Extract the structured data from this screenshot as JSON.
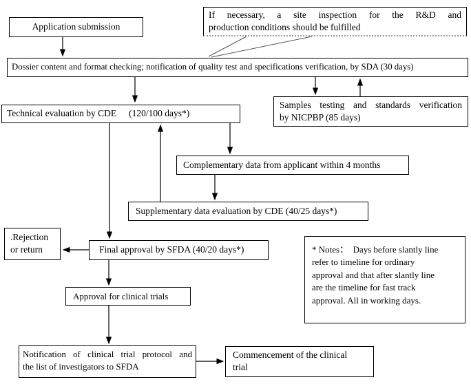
{
  "diagram": {
    "type": "flowchart",
    "subject": "Drug approval process flow",
    "nodes": {
      "application_submission": {
        "label": "Application submission"
      },
      "site_inspection_note": {
        "lines": [
          "If necessary, a site inspection for the R&D and",
          "production conditions should be fulfilled"
        ]
      },
      "dossier_checking": {
        "label": "Dossier content and format checking; notification of quality test and specifications verification, by SDA (30 days)"
      },
      "technical_evaluation": {
        "label": "Technical evaluation by CDE",
        "duration": "(120/100 days*)"
      },
      "samples_testing": {
        "lines": [
          "Samples testing and standards verification",
          "by NICPBP (85 days)"
        ]
      },
      "complementary_data": {
        "label": "Complementary data from applicant within 4 months"
      },
      "supplementary_evaluation": {
        "label": "Supplementary data evaluation by CDE (40/25 days*)"
      },
      "rejection": {
        "lines": [
          ".Rejection",
          "or return"
        ]
      },
      "final_approval": {
        "label": "Final approval by SFDA (40/20 days*)"
      },
      "approval_clinical_trials": {
        "label": "Approval for clinical trials"
      },
      "notes": {
        "lines": [
          "* Notes：  Days before slantly line",
          "refer to timeline for ordinary",
          "approval and that after slantly line",
          "are the timeline for fast track",
          "approval. All in working days."
        ]
      },
      "notification_protocol": {
        "lines": [
          "Notification of clinical trial protocol and",
          "the list of investigators to SFDA"
        ]
      },
      "commencement": {
        "lines": [
          "Commencement of the clinical",
          "trial"
        ]
      }
    },
    "colors": {
      "line": "#000000",
      "callout_tail": "#555555",
      "shadow_dotted": "#9a9a9a",
      "background": "#ffffff"
    }
  }
}
